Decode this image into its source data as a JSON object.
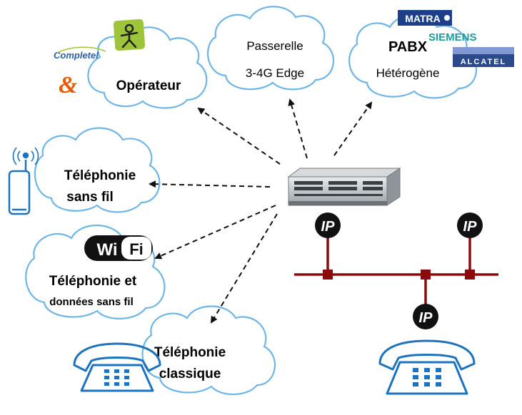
{
  "clouds": {
    "operateur": {
      "label": "Opérateur"
    },
    "passerelle": {
      "line1": "Passerelle",
      "line2": "3-4G Edge"
    },
    "pabx": {
      "line1": "PABX",
      "line2": "Hétérogène"
    },
    "sans_fil": {
      "line1": "Téléphonie",
      "line2": "sans fil"
    },
    "wifi": {
      "line1": "Téléphonie et",
      "line2": "données sans fil"
    },
    "classique": {
      "line1": "Téléphonie",
      "line2": "classique"
    }
  },
  "logos": {
    "completel": "Completel",
    "matra": "MATRA",
    "siemens": "SIEMENS",
    "alcatel": "ALCATEL",
    "wifi_logo_left": "Wi",
    "wifi_logo_right": "Fi"
  },
  "ip_badges": [
    "IP",
    "IP",
    "IP"
  ],
  "colors": {
    "cloud_stroke": "#6fb6e6",
    "ip_bus": "#8b0a0a",
    "phone_blue": "#1e73be",
    "orange_logo": "#e85a00",
    "green_logo": "#9ec53a"
  }
}
